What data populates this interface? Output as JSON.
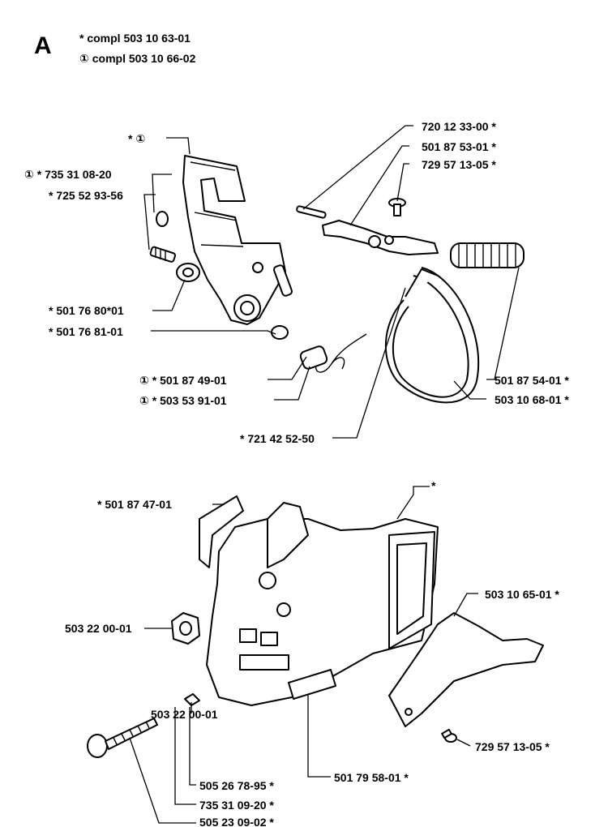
{
  "header": {
    "section_letter": "A",
    "note_1": "* compl 503 10 63-01",
    "note_2": "① compl 503 10 66-02"
  },
  "labels": {
    "l01": "* ①",
    "l02": "① * 735 31 08-20",
    "l03": "* 725 52 93-56",
    "l04": "* 501 76 80*01",
    "l05": "* 501 76 81-01",
    "l06": "① * 501 87 49-01",
    "l07": "① * 503 53 91-01",
    "l08": "720 12 33-00 *",
    "l09": "501 87 53-01 *",
    "l10": "729 57 13-05 *",
    "l11": "501 87 54-01 *",
    "l12": "503 10 68-01 *",
    "l13": "* 721 42 52-50",
    "l14": "* 501 87 47-01",
    "l15": "*",
    "l16": "503 10 65-01 *",
    "l17": "503 22 00-01",
    "l18": "503 22 00-01",
    "l19": "729 57 13-05 *",
    "l20": "501 79 58-01 *",
    "l21": "505 26 78-95 *",
    "l22": "735 31 09-20 *",
    "l23": "505 23 09-02 *"
  }
}
